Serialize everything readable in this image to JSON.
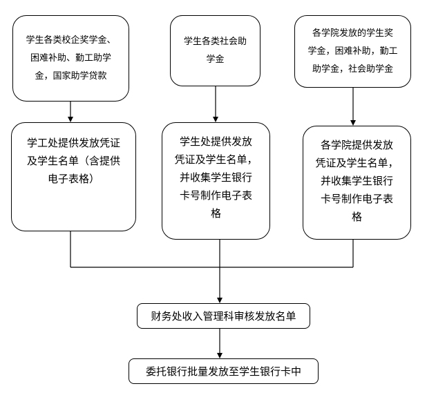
{
  "flowchart": {
    "sources": [
      {
        "label": "学生各类校企奖学金、\n困难补助、勤工助学\n金，国家助学贷款"
      },
      {
        "label": "学生各类社会助\n学金"
      },
      {
        "label": "各学院发放的学生奖\n学金，困难补助，勤工\n助学金，社会助学金"
      }
    ],
    "providers": [
      {
        "label": "学工处提供发放凭证\n及学生名单（含提供\n电子表格）"
      },
      {
        "label": "学生处提供发放\n凭证及学生名单，\n并收集学生银行\n卡号制作电子表\n格"
      },
      {
        "label": "各学院提供发放\n凭证及学生名单，\n并收集学生银行\n卡号制作电子表\n格"
      }
    ],
    "finance": {
      "label": "财务处收入管理科审核发放名单"
    },
    "bank": {
      "label": "委托银行批量发放至学生银行卡中"
    }
  }
}
